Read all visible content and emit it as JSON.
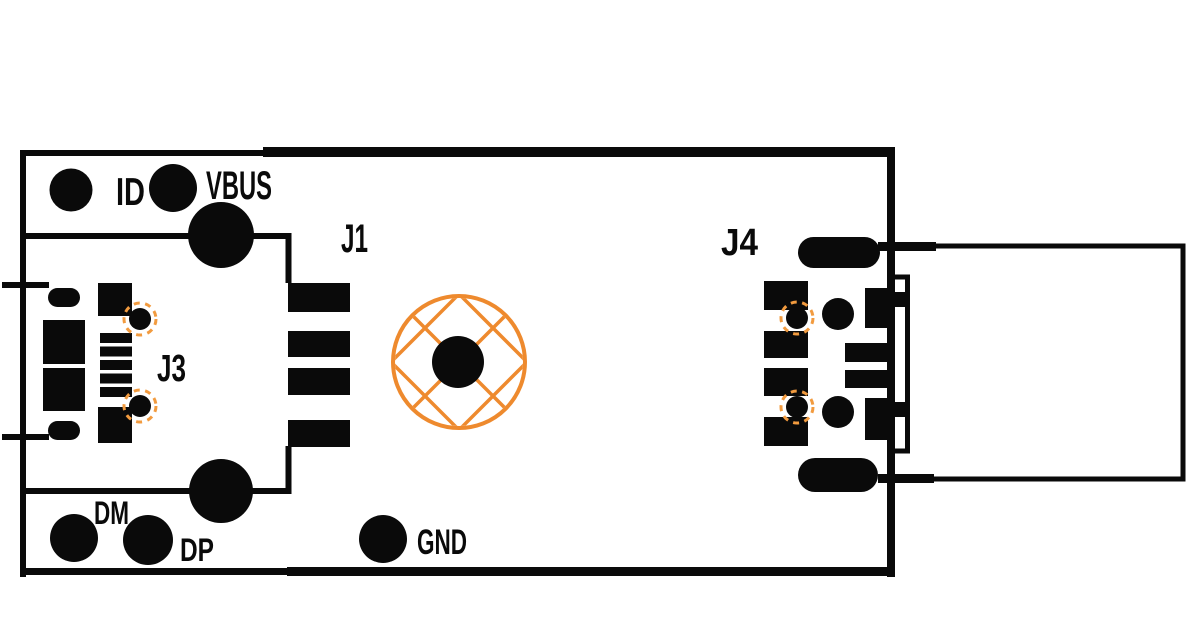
{
  "colors": {
    "background": "#ffffff",
    "silkscreen": "#0a0a0a",
    "keepout": "#ee8a2e",
    "ring": "#f29b3f"
  },
  "pcb": {
    "connector_refs": {
      "j1": "J1",
      "j3": "J3",
      "j4": "J4"
    },
    "pad_labels": {
      "id": "ID",
      "vbus": "VBUS",
      "dm": "DM",
      "dp": "DP",
      "gnd": "GND"
    }
  }
}
